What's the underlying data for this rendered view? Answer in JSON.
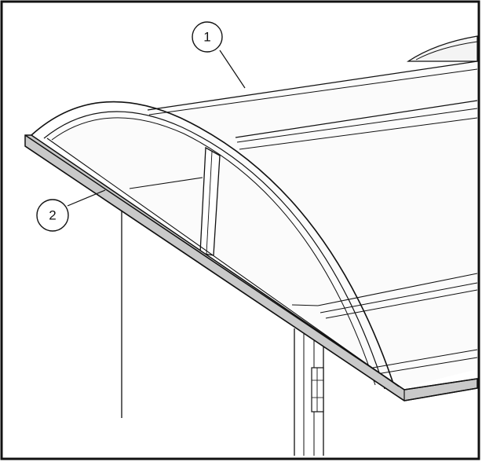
{
  "figure": {
    "callouts": [
      {
        "id": "1",
        "label": "1"
      },
      {
        "id": "2",
        "label": "2"
      }
    ],
    "colors": {
      "line": "#111111",
      "background": "#ffffff",
      "edge_strip": "#c9c9c9",
      "panel_shade": "#f4f4f4"
    }
  }
}
